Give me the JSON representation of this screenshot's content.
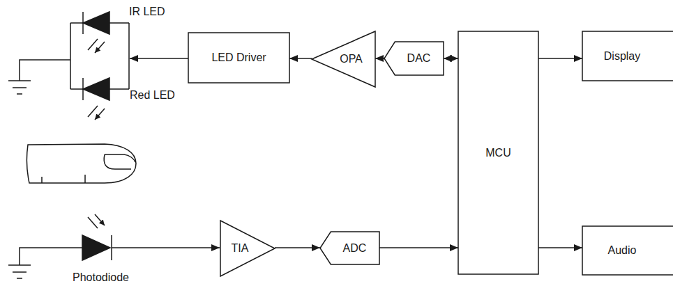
{
  "diagram": {
    "nodes": [
      {
        "text": [
          "LED Driver"
        ]
      },
      {
        "text": [
          "OPA"
        ]
      },
      {
        "text": [
          "DAC"
        ]
      },
      {
        "text": [
          "MCU"
        ]
      },
      {
        "text": [
          "Display"
        ]
      },
      {
        "text": [
          "TIA"
        ]
      },
      {
        "text": [
          "ADC"
        ]
      },
      {
        "text": [
          "Audio"
        ]
      }
    ],
    "edges": [
      {
        "from": 1,
        "to": 0,
        "arrow": "to"
      },
      {
        "from": 2,
        "to": 1,
        "arrow": "to"
      },
      {
        "from": 3,
        "to": 2,
        "arrow": "both"
      },
      {
        "from": 3,
        "to": 4,
        "arrow": "to"
      },
      {
        "from": 5,
        "to": 6,
        "arrow": "to"
      },
      {
        "from": 6,
        "to": 3,
        "arrow": "to"
      },
      {
        "from": 3,
        "to": 7,
        "arrow": "to"
      }
    ],
    "labels": [
      "IR LED",
      "Red LED",
      "Photodiode"
    ]
  }
}
